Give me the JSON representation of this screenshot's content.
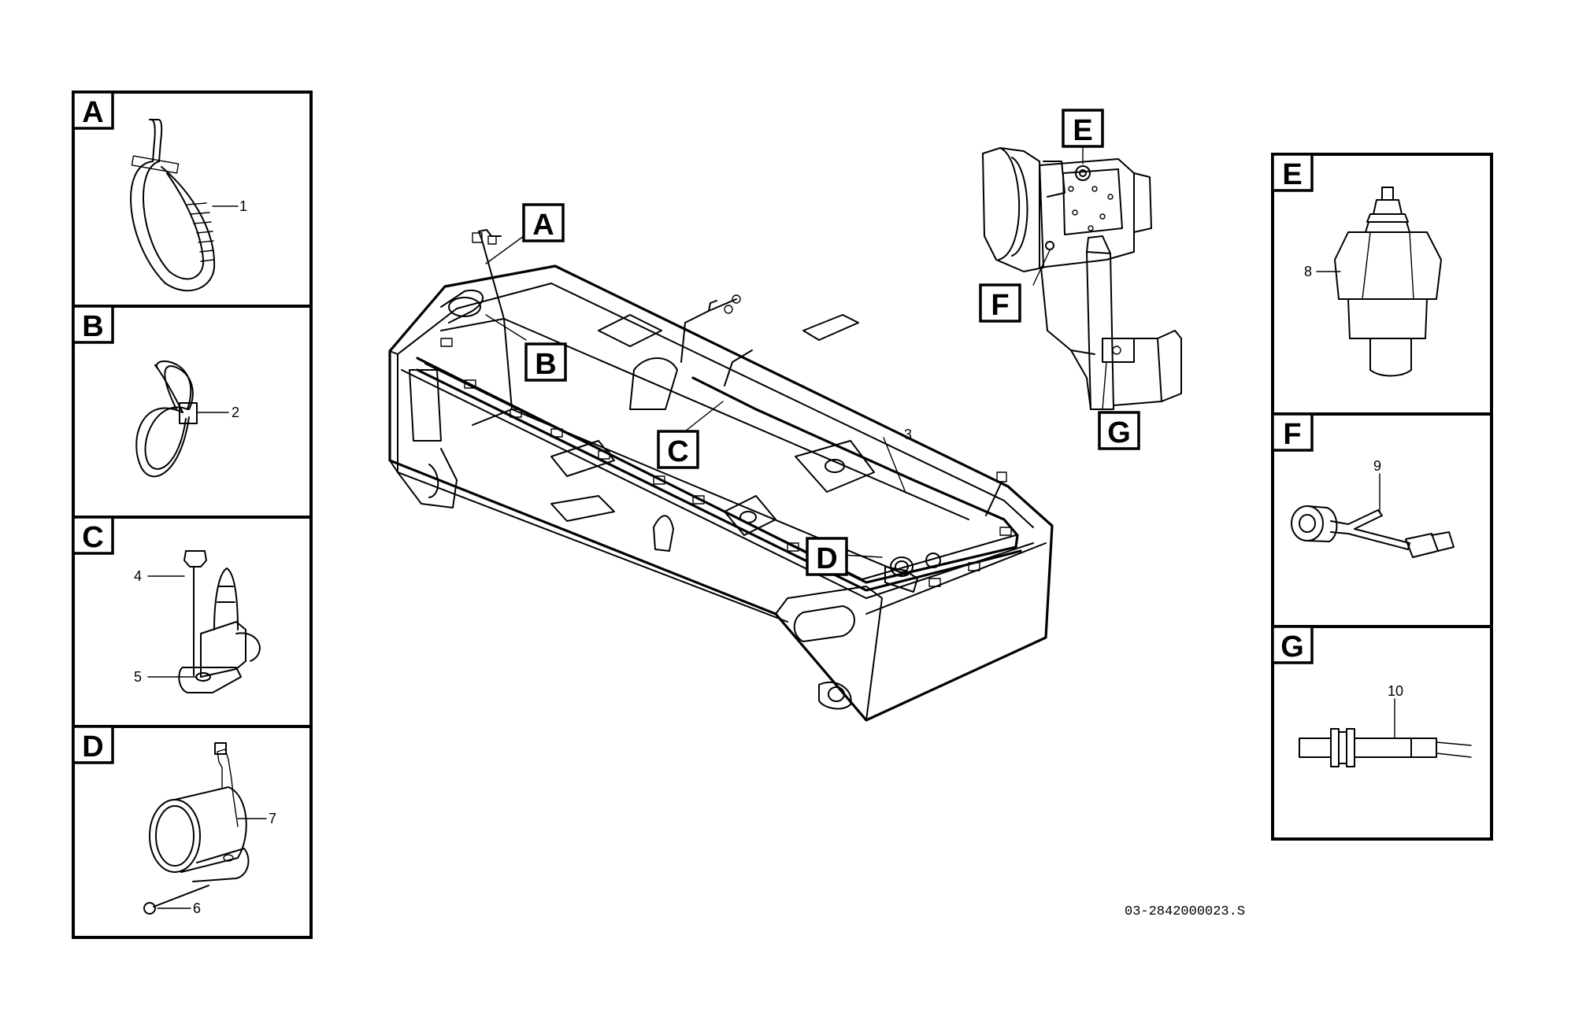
{
  "panels": [
    {
      "id": "A",
      "label": "A",
      "parts": [
        "1"
      ]
    },
    {
      "id": "B",
      "label": "B",
      "parts": [
        "2"
      ]
    },
    {
      "id": "C",
      "label": "C",
      "parts": [
        "4",
        "5"
      ]
    },
    {
      "id": "D",
      "label": "D",
      "parts": [
        "7",
        "6"
      ]
    },
    {
      "id": "E",
      "label": "E",
      "parts": [
        "8"
      ]
    },
    {
      "id": "F",
      "label": "F",
      "parts": [
        "9"
      ]
    },
    {
      "id": "G",
      "label": "G",
      "parts": [
        "10"
      ]
    }
  ],
  "callouts": {
    "main": [
      "A",
      "B",
      "C",
      "D"
    ],
    "detail": [
      "E",
      "F",
      "G"
    ],
    "harness_number": "3"
  },
  "reference_code": "03-2842000023.S"
}
